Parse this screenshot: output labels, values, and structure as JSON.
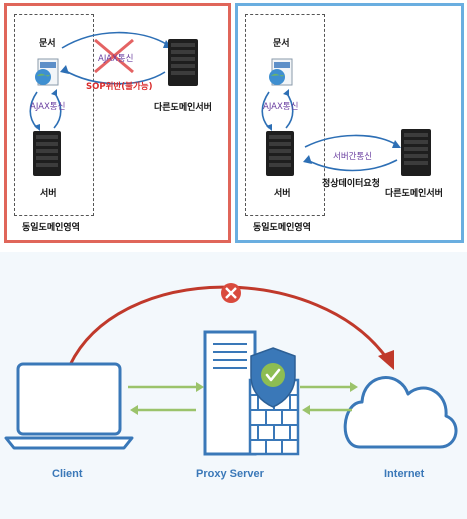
{
  "top_left": {
    "document_label": "문서",
    "ajax_label": "AJAX통신",
    "ajax_cross_label": "AJAX통신",
    "sop_label": "SOP위반(불가능)",
    "other_server_label": "다른도메인서버",
    "server_label": "서버",
    "area_label": "동일도메인영역"
  },
  "top_right": {
    "document_label": "문서",
    "ajax_label": "AJAX통신",
    "server_comm_label": "서버간통신",
    "request_label": "정상데이터요청",
    "server_label": "서버",
    "other_server_label": "다른도메인서버",
    "area_label": "동일도메인영역"
  },
  "bottom": {
    "client_label": "Client",
    "proxy_label": "Proxy Server",
    "internet_label": "Internet"
  },
  "colors": {
    "left_border": "#e0665a",
    "right_border": "#6aaee0",
    "accent_blue": "#3a78b8",
    "green_arrow": "#9bc36b",
    "red_arrow": "#c0392b"
  }
}
